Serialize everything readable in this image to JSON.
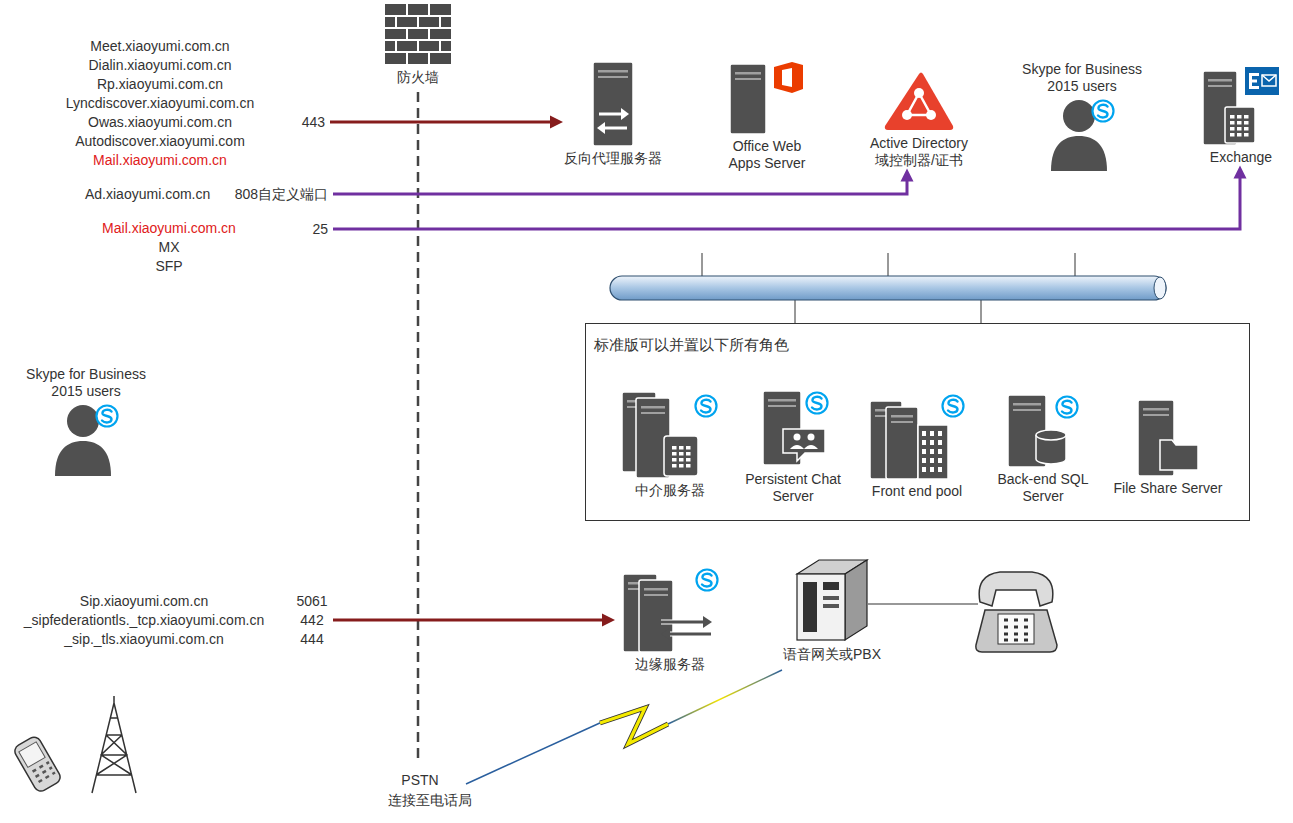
{
  "diagram": {
    "nodes": [
      {
        "text": [
          "Meet.xiaoyumi.com.cn",
          "Dialin.xiaoyumi.com.cn",
          "Rp.xiaoyumi.com.cn",
          "Lyncdiscover.xiaoyumi.com.cn",
          "Owas.xiaoyumi.com.cn",
          "Autodiscover.xiaoyumi.com",
          "Mail.xiaoyumi.com.cn"
        ]
      },
      {
        "text": [
          "防火墙"
        ]
      },
      {
        "text": [
          "反向代理服务器"
        ]
      },
      {
        "text": [
          "Office Web Apps Server"
        ]
      },
      {
        "text": [
          "Active Directory 域控制器/证书"
        ]
      },
      {
        "text": [
          "Skype for Business 2015 users"
        ]
      },
      {
        "text": [
          "Exchange"
        ]
      },
      {
        "text": [
          "Ad.xiaoyumi.com.cn"
        ]
      },
      {
        "text": [
          "Mail.xiaoyumi.com.cn",
          "MX",
          "SFP"
        ]
      },
      {
        "text": [
          "Skype for Business 2015 users"
        ]
      },
      {
        "text": [
          "标准版可以并置以下所有角色"
        ]
      },
      {
        "text": [
          "中介服务器"
        ],
        "in": 10
      },
      {
        "text": [
          "Persistent Chat Server"
        ],
        "in": 10
      },
      {
        "text": [
          "Front end pool"
        ],
        "in": 10
      },
      {
        "text": [
          "Back-end SQL Server"
        ],
        "in": 10
      },
      {
        "text": [
          "File Share Server"
        ],
        "in": 10
      },
      {
        "text": [
          "Sip.xiaoyumi.com.cn",
          "_sipfederationtls._tcp.xiaoyumi.com.cn",
          "_sip._tls.xiaoyumi.com.cn"
        ]
      },
      {
        "text": [
          "边缘服务器"
        ]
      },
      {
        "text": [
          "语音网关或PBX"
        ]
      }
    ],
    "edges": [
      {
        "from": 0,
        "to": 2,
        "arrow": "to",
        "label": "443"
      },
      {
        "from": 7,
        "to": 4,
        "arrow": "to",
        "label": "808自定义端口"
      },
      {
        "from": 8,
        "to": 6,
        "arrow": "to",
        "label": "25"
      },
      {
        "from": 16,
        "to": 17,
        "arrow": "to"
      }
    ],
    "labels": [
      "5061",
      "442",
      "444",
      "PSTN",
      "连接至电话局"
    ]
  }
}
